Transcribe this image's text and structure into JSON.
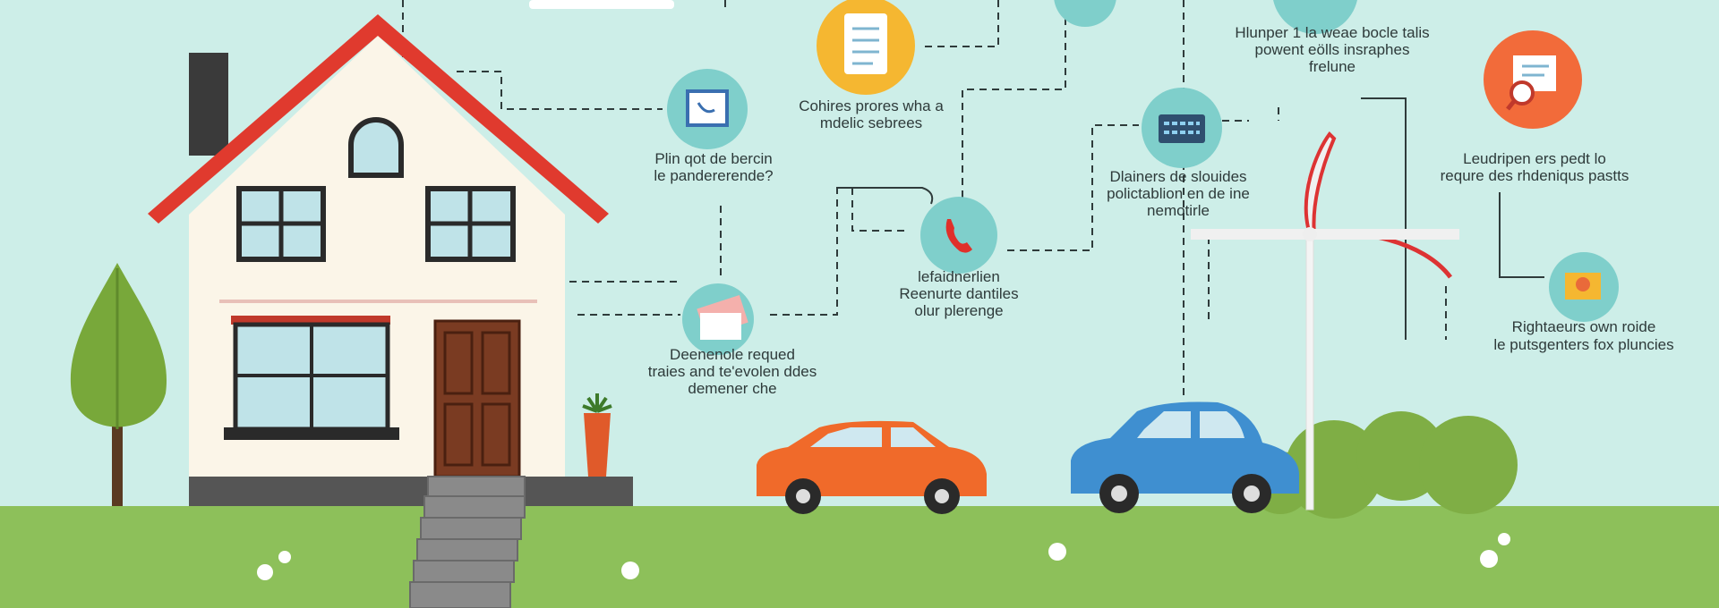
{
  "colors": {
    "sky": "#cdeee8",
    "grass": "#8dc05a",
    "roof": "#e03a2e",
    "wall": "#fbf5e8",
    "door": "#7a3b22",
    "teal_circle": "#7fcfcb",
    "yellow_circle": "#f5b731",
    "orange_circle": "#f26b3a",
    "orange_car": "#f06a2a",
    "blue_car": "#3f8fd0"
  },
  "labels": [
    {
      "lines": [
        "Hlunper 1 la weae bocle talis",
        "powent eölls insraphes",
        "frelune"
      ]
    },
    {
      "lines": [
        "Cohires prores wha a",
        "mdelic sebrees"
      ]
    },
    {
      "lines": [
        "Plin qot de bercin",
        "le pandererende?"
      ]
    },
    {
      "lines": [
        "Dlainers de slouides",
        "polictablion en de ine",
        "nemotirle"
      ]
    },
    {
      "lines": [
        "Leudripen ers pedt lo",
        "requre des rhdeniqus pastts"
      ]
    },
    {
      "lines": [
        "lefaidnerlien",
        "Reenurte dantiles",
        "olur plerenge"
      ]
    },
    {
      "lines": [
        "Deenenole requed",
        "traies and te'evolen ddes",
        "demener che"
      ]
    },
    {
      "lines": [
        "Rightaeurs own roide",
        "le putsgenters fox pluncies"
      ]
    }
  ],
  "icons": [
    "checklist-icon",
    "document-icon",
    "calculator-icon",
    "search-document-icon",
    "phone-icon",
    "cards-icon",
    "badge-icon"
  ]
}
